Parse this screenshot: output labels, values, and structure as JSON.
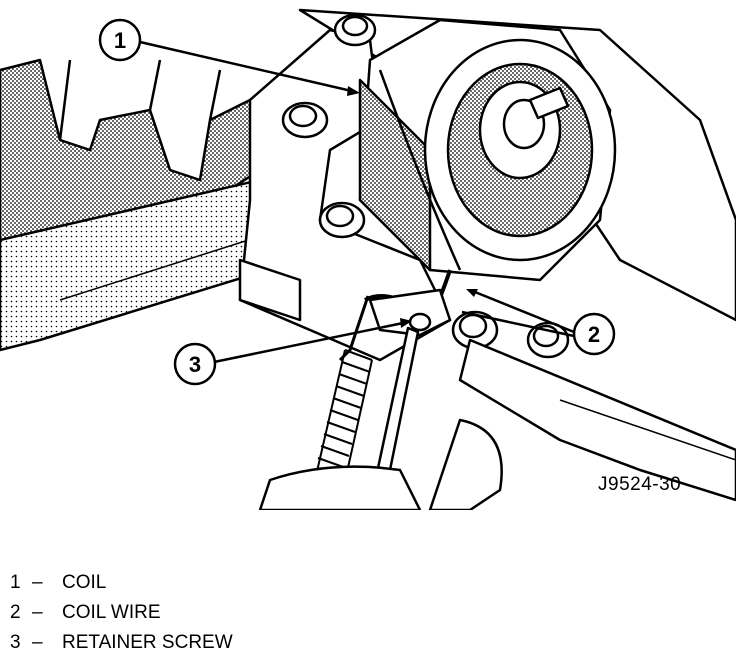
{
  "figure_id": "J9524-30",
  "callouts": [
    {
      "number": "1",
      "label": "COIL"
    },
    {
      "number": "2",
      "label": "COIL WIRE"
    },
    {
      "number": "3",
      "label": "RETAINER SCREW"
    }
  ],
  "legend_separator": "–",
  "colors": {
    "ink": "#000000",
    "paper": "#ffffff",
    "shade": "#b9b9b9"
  }
}
